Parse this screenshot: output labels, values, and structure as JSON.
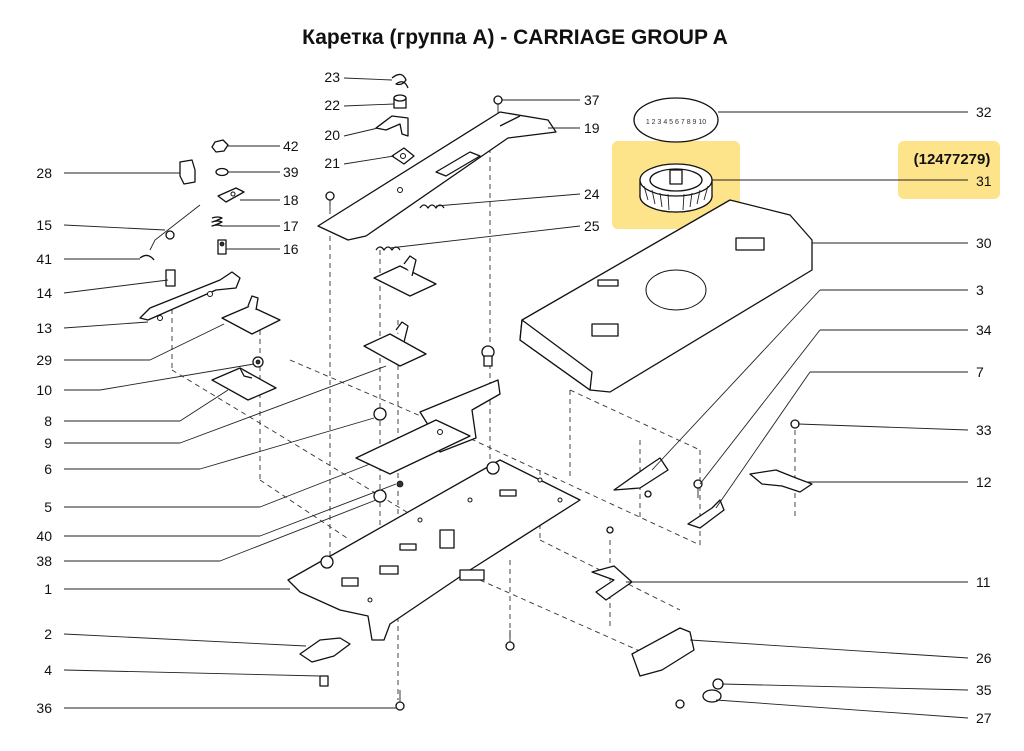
{
  "title": "Каретка (группа А) - CARRIAGE GROUP A",
  "part_code": "(12477279)",
  "highlight_color": "#fde38a",
  "labels": {
    "l23": "23",
    "l22": "22",
    "l20": "20",
    "l21": "21",
    "l37": "37",
    "l19": "19",
    "l24": "24",
    "l25": "25",
    "l42": "42",
    "l39": "39",
    "l18": "18",
    "l17": "17",
    "l16": "16",
    "l28": "28",
    "l15": "15",
    "l41": "41",
    "l14": "14",
    "l13": "13",
    "l29": "29",
    "l10": "10",
    "l8": "8",
    "l9": "9",
    "l6": "6",
    "l5": "5",
    "l40": "40",
    "l38": "38",
    "l1": "1",
    "l2": "2",
    "l4": "4",
    "l36": "36",
    "l32": "32",
    "l31": "31",
    "l30": "30",
    "l3": "3",
    "l34": "34",
    "l7": "7",
    "l33": "33",
    "l12": "12",
    "l11": "11",
    "l26": "26",
    "l35": "35",
    "l27": "27"
  }
}
